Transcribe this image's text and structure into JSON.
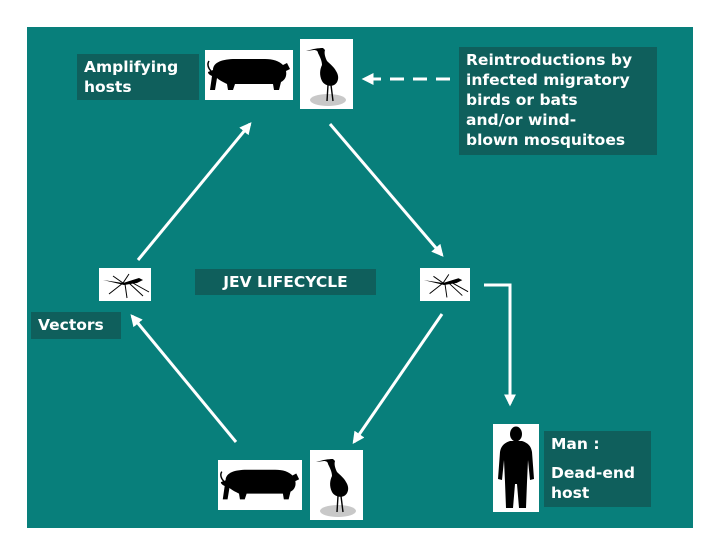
{
  "diagram": {
    "center_title": "JEV LIFECYCLE",
    "amplifying_hosts_label": [
      "Amplifying",
      "hosts"
    ],
    "reintroductions_label": [
      "Reintroductions by",
      "infected migratory",
      "birds or bats",
      "and/or wind-",
      "blown mosquitoes"
    ],
    "vectors_label": "Vectors",
    "man_label": "Man :",
    "dead_end_label": [
      "Dead-end",
      "host"
    ]
  },
  "icons": [
    "pig-icon",
    "heron-icon",
    "mosquito-icon",
    "man-silhouette-icon"
  ],
  "colors": {
    "background": "#087f7b",
    "label_box": "#0f5f5c",
    "text": "#ffffff",
    "arrow": "#ffffff"
  }
}
